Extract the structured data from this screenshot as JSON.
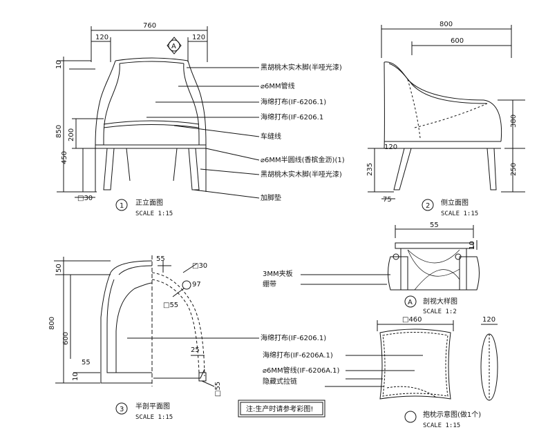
{
  "front_view": {
    "title": "正立面图",
    "scale": "SCALE 1:15",
    "number": "1",
    "dims": {
      "width": "760",
      "left_top": "120",
      "right_top": "120",
      "top": "10",
      "height": "850",
      "seat": "200",
      "leg_h": "450",
      "bottom": "□30"
    },
    "marker": "A",
    "callouts": [
      "黑胡桃木实木脚(半哑光漆)",
      "⌀6MM管线",
      "海绵打布(IF-6206.1)",
      "海绵打布(IF-6206.1",
      "车缝线",
      "⌀6MM半圆线(香槟金沥)(1)",
      "黑胡桃木实木脚(半哑光漆)",
      "加脚垫"
    ]
  },
  "side_view": {
    "title": "侧立面图",
    "scale": "SCALE 1:15",
    "number": "2",
    "dims": {
      "depth": "800",
      "inner": "600",
      "back": "380",
      "seat_off": "120",
      "leg": "235",
      "leg_r": "250",
      "foot": "75"
    }
  },
  "section_detail": {
    "title": "剖视大样图",
    "scale": "SCALE 1:2",
    "number": "A",
    "dims": {
      "width": "55",
      "h": "10"
    },
    "labels": [
      "3MM夹板",
      "绷带"
    ]
  },
  "plan_view": {
    "title": "半剖平面图",
    "scale": "SCALE 1:15",
    "number": "3",
    "dims": {
      "depth": "800",
      "top": "50",
      "inner": "600",
      "arm": "55",
      "bottom": "10",
      "r1": "55",
      "r2": "□30",
      "r3": "97",
      "r4": "□55",
      "r5": "25",
      "r6": "□55"
    }
  },
  "pillow": {
    "title": "抱枕示意图(做1个)",
    "scale": "SCALE 1:15",
    "size": "□460",
    "thick": "120",
    "callouts": [
      "海绵打布(IF-6206.1)",
      "海绵打布(IF-6206A.1)",
      "⌀6MM管线(IF-6206A.1)",
      "隐藏式拉链"
    ]
  },
  "note": "注:生产时请参考彩图!"
}
